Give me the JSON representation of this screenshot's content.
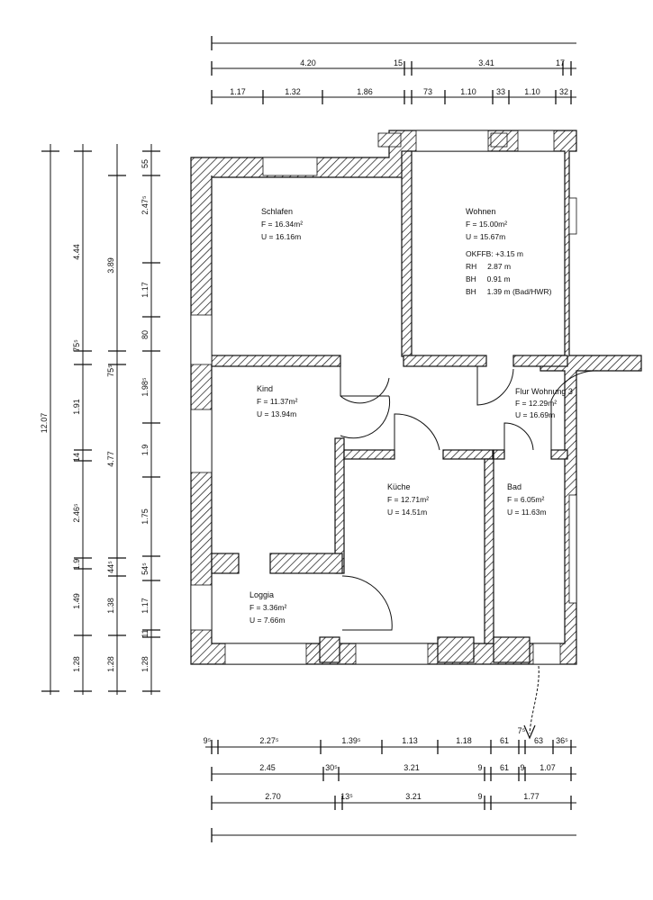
{
  "top_dimensions": {
    "row1": [
      "4.20",
      "15",
      "3.41",
      "17"
    ],
    "row2": [
      "1.17",
      "1.32",
      "1.86",
      "73",
      "1.10",
      "33",
      "1.10",
      "32"
    ]
  },
  "left_dimensions": {
    "col1": [
      "12.07"
    ],
    "col2": [
      "4.44",
      "75⁵",
      "1.91",
      "14",
      "2.46⁵",
      "1.9",
      "1.49",
      "1.28"
    ],
    "col3": [
      "3.89",
      "75⁵",
      "4.77",
      "44⁵",
      "1.38",
      "1.28"
    ],
    "col4": [
      "55",
      "2.47⁵",
      "1.17",
      "80",
      "1.98⁵",
      "1.9",
      "1.75",
      "54⁵",
      "1.17",
      "11",
      "1.28"
    ]
  },
  "bottom_dimensions": {
    "row1": [
      "9⁵",
      "2.27⁵",
      "1.39⁵",
      "1.13",
      "1.18",
      "61",
      "7⁵",
      "63",
      "36⁵"
    ],
    "row2": [
      "2.45",
      "30⁵",
      "3.21",
      "9",
      "61",
      "9",
      "1.07"
    ],
    "row3": [
      "2.70",
      "13⁵",
      "3.21",
      "9",
      "1.77"
    ]
  },
  "rooms": {
    "schlafen": {
      "name": "Schlafen",
      "area": "F = 16.34m²",
      "perimeter": "U = 16.16m"
    },
    "wohnen": {
      "name": "Wohnen",
      "area": "F = 15.00m²",
      "perimeter": "U = 15.67m",
      "extra": [
        "OKFFB: +3.15 m",
        "RH     2.87 m",
        "BH     0.91 m",
        "BH     1.39 m (Bad/HWR)"
      ]
    },
    "kind": {
      "name": "Kind",
      "area": "F = 11.37m²",
      "perimeter": "U = 13.94m"
    },
    "flur": {
      "name": "Flur Wohnung 3",
      "area": "F = 12.29m²",
      "perimeter": "U = 16.69m"
    },
    "kueche": {
      "name": "Küche",
      "area": "F = 12.71m²",
      "perimeter": "U = 14.51m"
    },
    "bad": {
      "name": "Bad",
      "area": "F = 6.05m²",
      "perimeter": "U = 11.63m"
    },
    "loggia": {
      "name": "Loggia",
      "area": "F = 3.36m²",
      "perimeter": "U = 7.66m"
    }
  }
}
